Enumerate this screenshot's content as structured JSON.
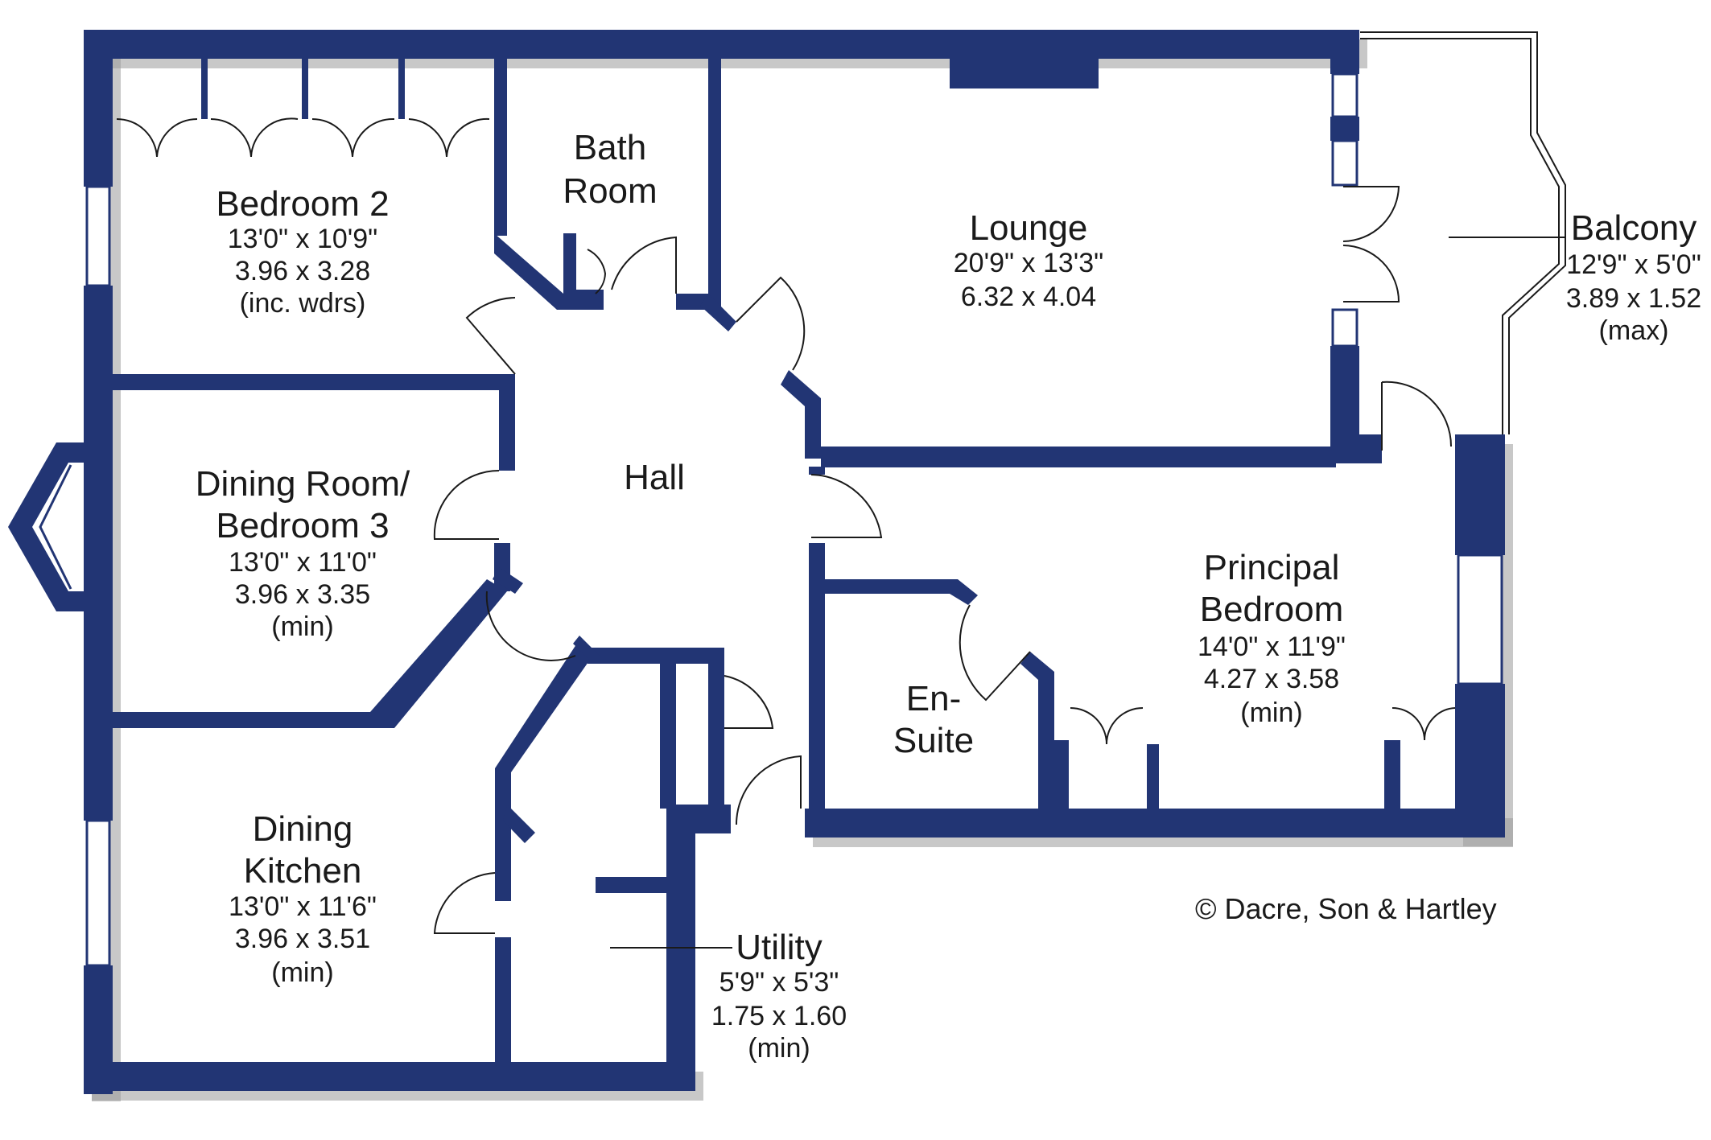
{
  "rooms": {
    "bedroom2": {
      "name": "Bedroom 2",
      "imperial": "13'0\"  x  10'9\"",
      "metric": "3.96  x  3.28",
      "note": "(inc. wdrs)"
    },
    "bathroom": {
      "name_line1": "Bath",
      "name_line2": "Room"
    },
    "lounge": {
      "name": "Lounge",
      "imperial": "20'9\"  x  13'3\"",
      "metric": "6.32  x  4.04"
    },
    "balcony": {
      "name": "Balcony",
      "imperial": "12'9\"  x  5'0\"",
      "metric": "3.89  x  1.52",
      "note": "(max)"
    },
    "hall": {
      "name": "Hall"
    },
    "dining_room": {
      "name_line1": "Dining Room/",
      "name_line2": "Bedroom 3",
      "imperial": "13'0\"  x  11'0\"",
      "metric": "3.96  x  3.35",
      "note": "(min)"
    },
    "principal_bedroom": {
      "name_line1": "Principal",
      "name_line2": "Bedroom",
      "imperial": "14'0\"  x  11'9\"",
      "metric": "4.27  x  3.58",
      "note": "(min)"
    },
    "ensuite": {
      "name_line1": "En-",
      "name_line2": "Suite"
    },
    "dining_kitchen": {
      "name_line1": "Dining",
      "name_line2": "Kitchen",
      "imperial": "13'0\"  x  11'6\"",
      "metric": "3.96  x  3.51",
      "note": "(min)"
    },
    "utility": {
      "name": "Utility",
      "imperial": "5'9\"  x  5'3\"",
      "metric": "1.75  x  1.60",
      "note": "(min)"
    }
  },
  "copyright": "© Dacre, Son & Hartley",
  "colors": {
    "wall": "#223574",
    "line": "#1a1a1a",
    "background": "#ffffff"
  }
}
